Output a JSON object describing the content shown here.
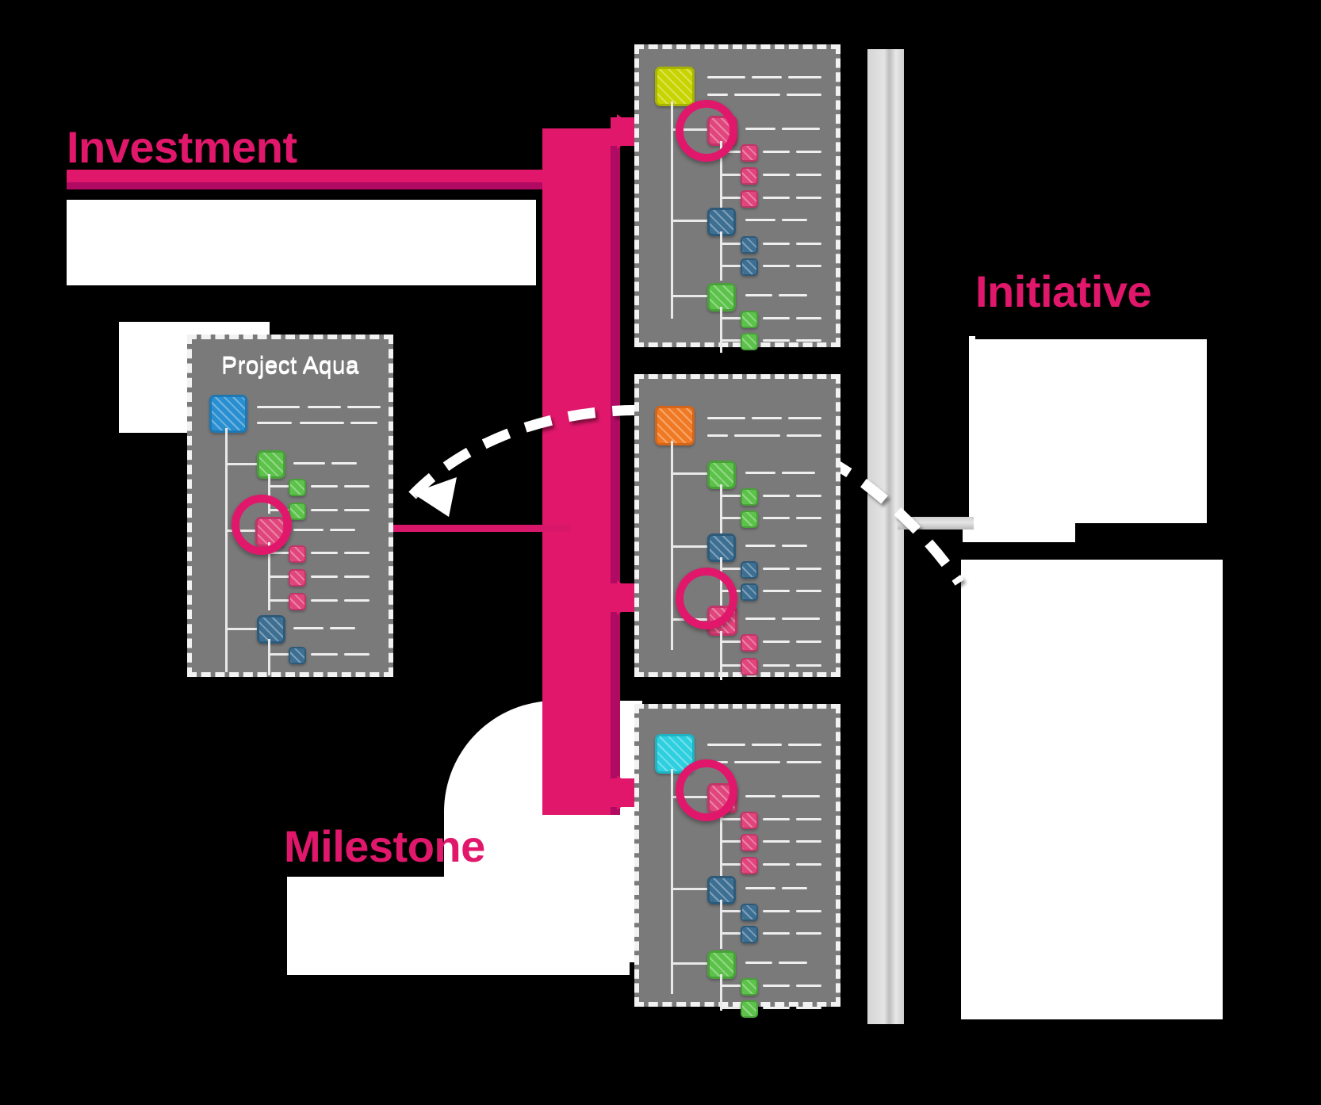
{
  "diagram": {
    "type": "hierarchy-linking-diagram",
    "background_color": "#000000",
    "accent_color": "#e0176b",
    "card_color": "#7a7a7a",
    "card_border_color": "#f2f2f2"
  },
  "labels": {
    "investment": "Investment",
    "initiative": "Initiative",
    "milestone": "Milestone"
  },
  "cards": [
    {
      "id": "project-aqua",
      "title": "Project Aqua",
      "root_node_color": "#2a8fd0",
      "highlighted": true,
      "nodes": [
        {
          "color": "#2a8fd0",
          "level": 0,
          "size": "large"
        },
        {
          "color": "#5cc24a",
          "level": 1,
          "size": "medium"
        },
        {
          "color": "#5cc24a",
          "level": 2,
          "size": "small"
        },
        {
          "color": "#5cc24a",
          "level": 2,
          "size": "small"
        },
        {
          "color": "#e0457b",
          "level": 1,
          "size": "medium",
          "ringed": true
        },
        {
          "color": "#e0457b",
          "level": 2,
          "size": "small"
        },
        {
          "color": "#e0457b",
          "level": 2,
          "size": "small"
        },
        {
          "color": "#e0457b",
          "level": 2,
          "size": "small"
        },
        {
          "color": "#3d6f93",
          "level": 1,
          "size": "medium"
        },
        {
          "color": "#3d6f93",
          "level": 2,
          "size": "small"
        }
      ]
    },
    {
      "id": "card-top",
      "title": "",
      "root_node_color": "#c8d400",
      "highlighted": true,
      "nodes": [
        {
          "color": "#c8d400",
          "level": 0,
          "size": "large"
        },
        {
          "color": "#e0457b",
          "level": 1,
          "size": "medium",
          "ringed": true
        },
        {
          "color": "#e0457b",
          "level": 2,
          "size": "small"
        },
        {
          "color": "#e0457b",
          "level": 2,
          "size": "small"
        },
        {
          "color": "#e0457b",
          "level": 2,
          "size": "small"
        },
        {
          "color": "#3d6f93",
          "level": 1,
          "size": "medium"
        },
        {
          "color": "#3d6f93",
          "level": 2,
          "size": "small"
        },
        {
          "color": "#3d6f93",
          "level": 2,
          "size": "small"
        },
        {
          "color": "#5cc24a",
          "level": 1,
          "size": "medium"
        },
        {
          "color": "#5cc24a",
          "level": 2,
          "size": "small"
        },
        {
          "color": "#5cc24a",
          "level": 2,
          "size": "small"
        }
      ]
    },
    {
      "id": "card-middle",
      "title": "",
      "root_node_color": "#f07a24",
      "highlighted": true,
      "nodes": [
        {
          "color": "#f07a24",
          "level": 0,
          "size": "large"
        },
        {
          "color": "#5cc24a",
          "level": 1,
          "size": "medium"
        },
        {
          "color": "#5cc24a",
          "level": 2,
          "size": "small"
        },
        {
          "color": "#5cc24a",
          "level": 2,
          "size": "small"
        },
        {
          "color": "#3d6f93",
          "level": 1,
          "size": "medium"
        },
        {
          "color": "#3d6f93",
          "level": 2,
          "size": "small"
        },
        {
          "color": "#3d6f93",
          "level": 2,
          "size": "small"
        },
        {
          "color": "#e0457b",
          "level": 1,
          "size": "medium",
          "ringed": true
        },
        {
          "color": "#e0457b",
          "level": 2,
          "size": "small"
        },
        {
          "color": "#e0457b",
          "level": 2,
          "size": "small"
        }
      ]
    },
    {
      "id": "card-bottom",
      "title": "",
      "root_node_color": "#2ed0e0",
      "highlighted": true,
      "nodes": [
        {
          "color": "#2ed0e0",
          "level": 0,
          "size": "large"
        },
        {
          "color": "#e0457b",
          "level": 1,
          "size": "medium",
          "ringed": true
        },
        {
          "color": "#e0457b",
          "level": 2,
          "size": "small"
        },
        {
          "color": "#e0457b",
          "level": 2,
          "size": "small"
        },
        {
          "color": "#e0457b",
          "level": 2,
          "size": "small"
        },
        {
          "color": "#3d6f93",
          "level": 1,
          "size": "medium"
        },
        {
          "color": "#3d6f93",
          "level": 2,
          "size": "small"
        },
        {
          "color": "#3d6f93",
          "level": 2,
          "size": "small"
        },
        {
          "color": "#5cc24a",
          "level": 1,
          "size": "medium"
        },
        {
          "color": "#5cc24a",
          "level": 2,
          "size": "small"
        },
        {
          "color": "#5cc24a",
          "level": 2,
          "size": "small"
        }
      ]
    }
  ],
  "connectors": {
    "pink_bus_label": "rollup-connector",
    "pink_arrow_count": 3,
    "dashed_curve_label": "traceback-arrow",
    "brace_label": "grouping-brace"
  }
}
